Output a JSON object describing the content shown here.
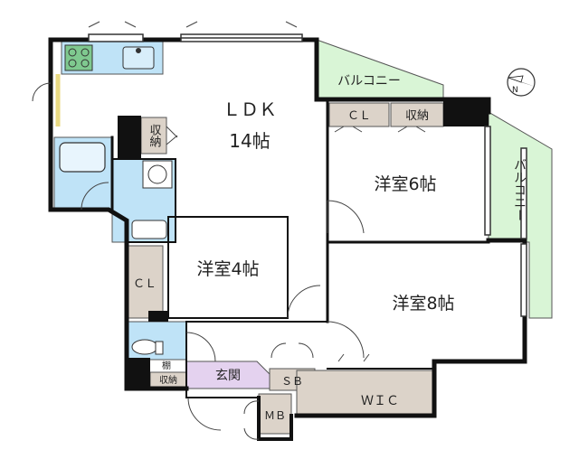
{
  "rooms": {
    "ldk": {
      "name": "ＬＤＫ",
      "size": "14帖"
    },
    "western6": {
      "name": "洋室6帖"
    },
    "western4": {
      "name": "洋室4帖"
    },
    "western8": {
      "name": "洋室8帖"
    },
    "balcony_top": "バルコニー",
    "balcony_right": "バルコニー",
    "cl_top": "ＣＬ",
    "storage_top": "収納",
    "storage_ldk": "収納",
    "cl_left": "ＣＬ",
    "entrance": "玄関",
    "shelf": "棚",
    "storage_small": "収納",
    "sb": "ＳＢ",
    "wic": "ＷＩＣ",
    "mb": "ＭＢ"
  },
  "colors": {
    "wall": "#111111",
    "wet_area": "#bfe3f7",
    "balcony": "#d9f5d6",
    "storage": "#dcd3c9",
    "entrance": "#e4d2ef",
    "floor": "#ffffff"
  },
  "icons": {
    "compass": "north-arrow-icon"
  }
}
